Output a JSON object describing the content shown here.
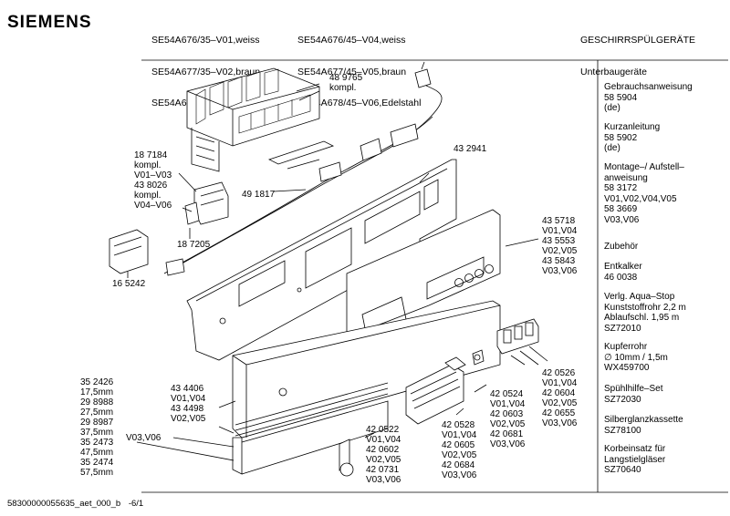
{
  "header": {
    "brand": "SIEMENS",
    "models_left": [
      "SE54A676/35–V01,weiss",
      "SE54A677/35–V02,braun",
      "SE54A678/35–V03,Edelstahl"
    ],
    "models_right": [
      "SE54A676/45–V04,weiss",
      "SE54A677/45–V05,braun",
      "SE54A678/45–V06,Edelstahl"
    ],
    "category": "GESCHIRRSPÜLGERÄTE",
    "subcategory": "Unterbaugeräte"
  },
  "sidebar": [
    {
      "lines": [
        "Gebrauchsanweisung",
        "58 5904",
        "(de)"
      ]
    },
    {
      "lines": [
        "Kurzanleitung",
        "58 5902",
        "(de)"
      ]
    },
    {
      "lines": [
        "Montage–/ Aufstell–",
        "anweisung",
        "58 3172",
        "V01,V02,V04,V05",
        "58 3669",
        "V03,V06"
      ]
    },
    {
      "lines": [
        "Zubehör"
      ]
    },
    {
      "lines": [
        "Entkalker",
        "46 0038"
      ]
    },
    {
      "lines": [
        "Verlg. Aqua–Stop",
        "Kunststoffrohr 2,2 m",
        "Ablaufschl. 1,95 m",
        "SZ72010"
      ]
    },
    {
      "lines": [
        "Kupferrohr",
        "∅ 10mm / 1,5m",
        "WX459700"
      ]
    },
    {
      "lines": [
        "Spühlhilfe–Set",
        "SZ72030"
      ]
    },
    {
      "lines": [
        "Silberglanzkassette",
        "SZ78100"
      ]
    },
    {
      "lines": [
        "Korbeinsatz für",
        "Langstielgläser",
        "SZ70640"
      ]
    }
  ],
  "labels": {
    "l489765": [
      "48 9765",
      "kompl."
    ],
    "l187184": [
      "18 7184",
      "kompl.",
      "V01–V03",
      "43 8026",
      "kompl.",
      "V04–V06"
    ],
    "l491817": [
      "49 1817"
    ],
    "l187205": [
      "18 7205"
    ],
    "l165242": [
      "16 5242"
    ],
    "l432941": [
      "43 2941"
    ],
    "l435718": [
      "43 5718",
      "V01,V04",
      "43 5553",
      "V02,V05",
      "43 5843",
      "V03,V06"
    ],
    "l434406": [
      "43 4406",
      "V01,V04",
      "43 4498",
      "V02,V05"
    ],
    "l352426": [
      "35 2426",
      "17,5mm",
      "29 8988",
      "27,5mm",
      "29 8987",
      "37,5mm",
      "35 2473",
      "47,5mm",
      "35 2474",
      "57,5mm"
    ],
    "lV03V06": [
      "V03,V06"
    ],
    "l420522": [
      "42 0522",
      "V01,V04",
      "42 0602",
      "V02,V05",
      "42 0731",
      "V03,V06"
    ],
    "l420528": [
      "42 0528",
      "V01,V04",
      "42 0605",
      "V02,V05",
      "42 0684",
      "V03,V06"
    ],
    "l420524": [
      "42 0524",
      "V01,V04",
      "42 0603",
      "V02,V05",
      "42 0681",
      "V03,V06"
    ],
    "l420526": [
      "42 0526",
      "V01,V04",
      "42 0604",
      "V02,V05",
      "42 0655",
      "V03,V06"
    ]
  },
  "footer": {
    "code": "58300000055635_aet_000_b",
    "page": "-6/1"
  }
}
